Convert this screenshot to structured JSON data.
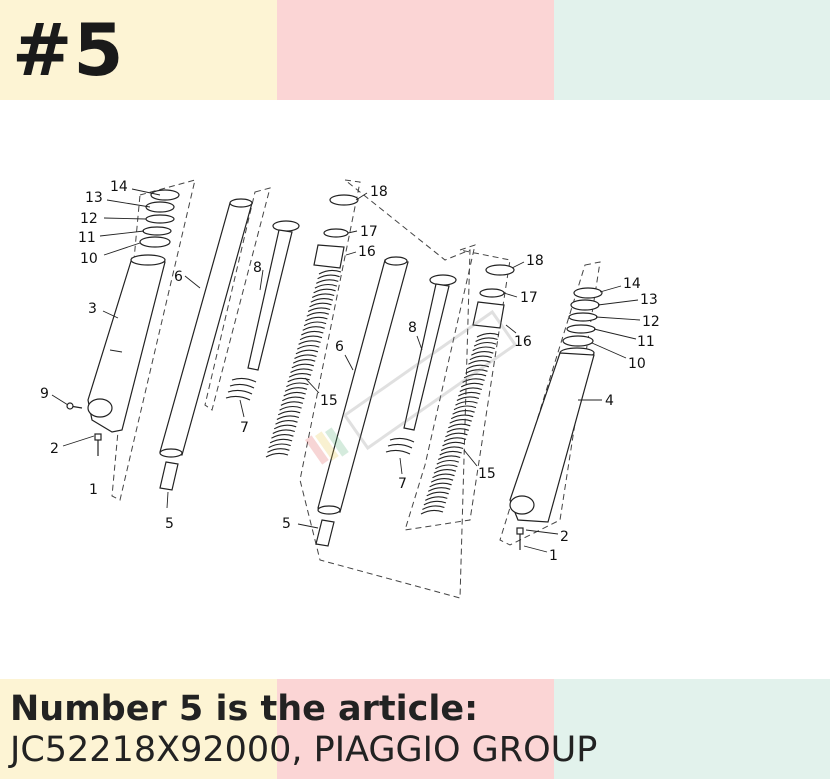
{
  "header": {
    "badge": "#5",
    "band_colors": [
      "#fdf4d4",
      "#fbd5d5",
      "#e2f2ec"
    ]
  },
  "footer": {
    "headline": "Number 5 is the article:",
    "article": "JC52218X92000, PIAGGIO GROUP",
    "band_colors": [
      "#fdf4d4",
      "#fbd5d5",
      "#e2f2ec"
    ]
  },
  "diagram": {
    "watermark_icon": "motorparts-logo-icon",
    "labels": {
      "l14a": "14",
      "l13a": "13",
      "l12a": "12",
      "l11a": "11",
      "l10a": "10",
      "l3": "3",
      "l9": "9",
      "l2a": "2",
      "l1a": "1",
      "l6a": "6",
      "l5a": "5",
      "l8a": "8",
      "l7a": "7",
      "l18a": "18",
      "l17a": "17",
      "l16a": "16",
      "l15a": "15",
      "l6b": "6",
      "l5b": "5",
      "l8b": "8",
      "l7b": "7",
      "l18b": "18",
      "l17b": "17",
      "l16b": "16",
      "l15b": "15",
      "l14b": "14",
      "l13b": "13",
      "l12b": "12",
      "l11b": "11",
      "l10b": "10",
      "l4": "4",
      "l2b": "2",
      "l1b": "1"
    }
  }
}
